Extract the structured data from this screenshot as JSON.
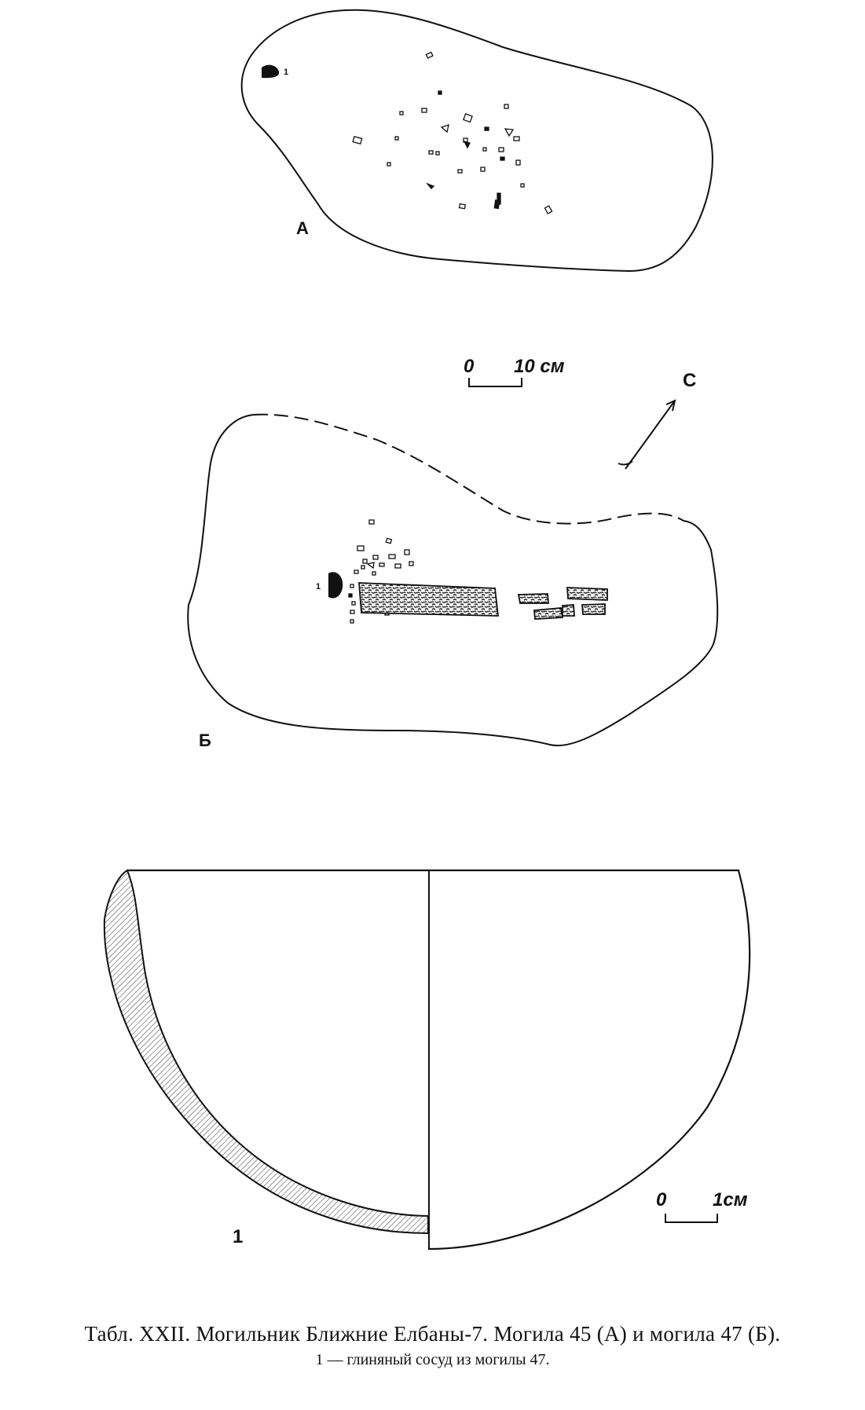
{
  "figure": {
    "grave_a": {
      "letter": "А",
      "find_number": "1"
    },
    "grave_b": {
      "letter": "Б",
      "find_number": "1"
    },
    "plan_scale": {
      "zero": "0",
      "value": "10 см"
    },
    "north_arrow": {
      "letter": "С"
    },
    "vessel": {
      "number": "1"
    },
    "vessel_scale": {
      "zero": "0",
      "value": "1см"
    }
  },
  "caption": {
    "line1": "Табл. XXII. Могильник Ближние Елбаны-7. Могила 45 (А) и могила 47 (Б).",
    "line2": "1 — глиняный сосуд из могилы 47."
  }
}
